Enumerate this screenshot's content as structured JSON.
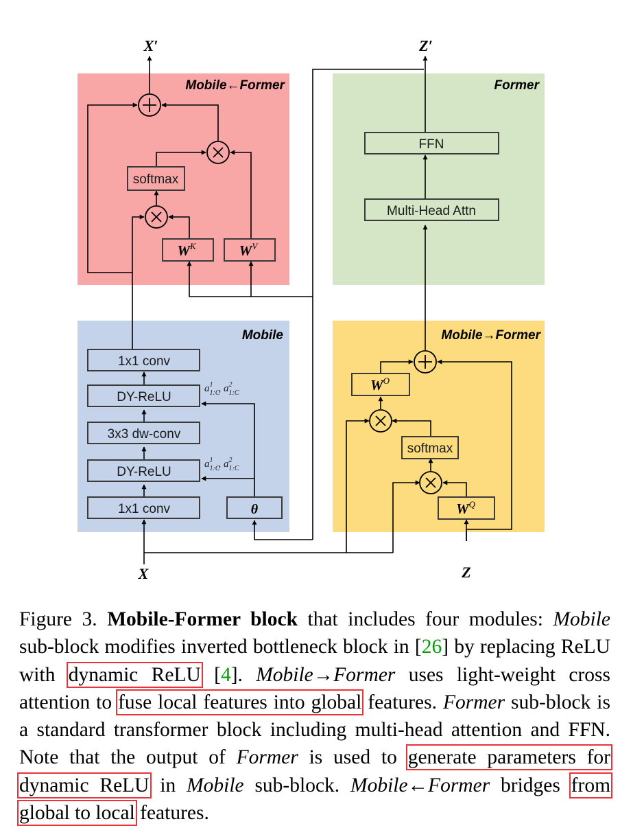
{
  "figure": {
    "modules": {
      "mobile_from_former": "Mobile←Former",
      "former": "Former",
      "mobile": "Mobile",
      "mobile_to_former": "Mobile→Former"
    },
    "io": {
      "x_out": "X′",
      "z_out": "Z′",
      "x_in": "X",
      "z_in": "Z"
    },
    "mobile_from_former": {
      "softmax": "softmax",
      "wk_base": "W",
      "wk_sup": "K",
      "wv_base": "W",
      "wv_sup": "V"
    },
    "former": {
      "ffn": "FFN",
      "mha": "Multi-Head Attn"
    },
    "mobile": {
      "conv1": "1x1 conv",
      "dyrelu1": "DY-ReLU",
      "dwconv": "3x3 dw-conv",
      "dyrelu2": "DY-ReLU",
      "conv2": "1x1 conv",
      "theta": "θ",
      "param_label_1": "a",
      "param_label_2": "a"
    },
    "mobile_to_former": {
      "wo_base": "W",
      "wo_sup": "O",
      "softmax": "softmax",
      "wq_base": "W",
      "wq_sup": "Q"
    }
  },
  "caption": {
    "label": "Figure 3.",
    "title": "Mobile-Former block",
    "t1": " that includes four modules: ",
    "mobile_a": "Mobile",
    "t2": " sub-block modifies inverted bottleneck block in [",
    "ref1": "26",
    "t3": "] by replacing ReLU with ",
    "h1": "dynamic ReLU",
    "t4": " [",
    "ref2": "4",
    "t5": "]. ",
    "m2f": "Mobile→Former",
    "t6": " uses light-weight cross attention to ",
    "h2": "fuse local features into global",
    "t7": " features. ",
    "former": "Former",
    "t8": " sub-block is a standard transformer block including multi-head attention and FFN. Note that the output of ",
    "former2": "Former",
    "t9": " is used to ",
    "h3": "generate parameters for dynamic ReLU",
    "t10": " in ",
    "mobile_b": "Mobile",
    "t11": " sub-block. ",
    "mff": "Mobile←Former",
    "t12": " bridges ",
    "h4": "from global to local",
    "t13": " features."
  },
  "colors": {
    "mobile_from_former_bg": "#f9a7a6",
    "former_bg": "#d4e6c6",
    "mobile_bg": "#c5d3ea",
    "mobile_to_former_bg": "#fcdc7e",
    "highlight": "#e8333a",
    "reference": "#00a000"
  }
}
